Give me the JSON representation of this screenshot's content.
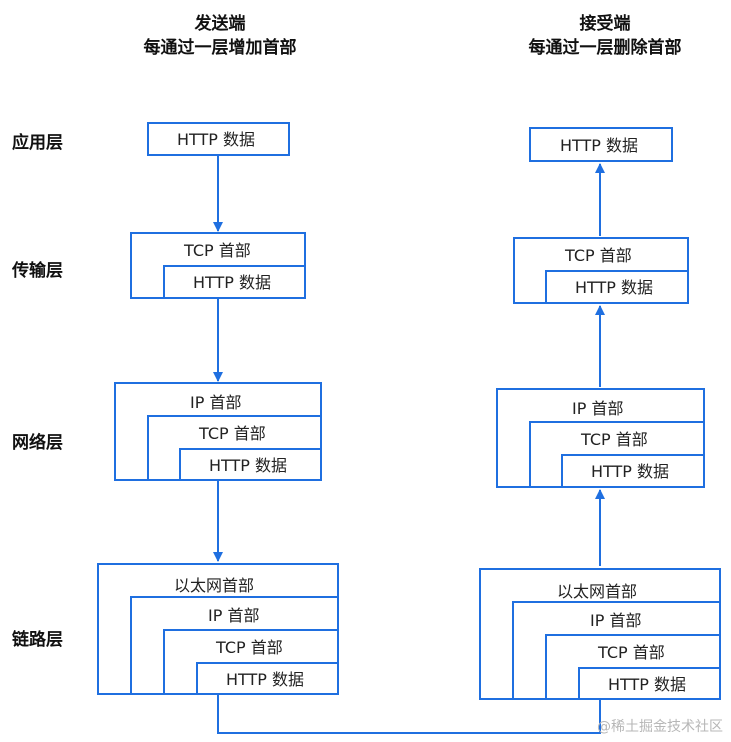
{
  "colors": {
    "accent": "#1f6fe0",
    "text": "#222222"
  },
  "sender": {
    "title1": "发送端",
    "title2": "每通过一层增加首部"
  },
  "receiver": {
    "title1": "接受端",
    "title2": "每通过一层删除首部"
  },
  "layers": {
    "app": "应用层",
    "transport": "传输层",
    "network": "网络层",
    "link": "链路层"
  },
  "labels": {
    "http": "HTTP 数据",
    "tcp": "TCP 首部",
    "ip": "IP 首部",
    "eth": "以太网首部"
  },
  "watermark": "@稀土掘金技术社区"
}
